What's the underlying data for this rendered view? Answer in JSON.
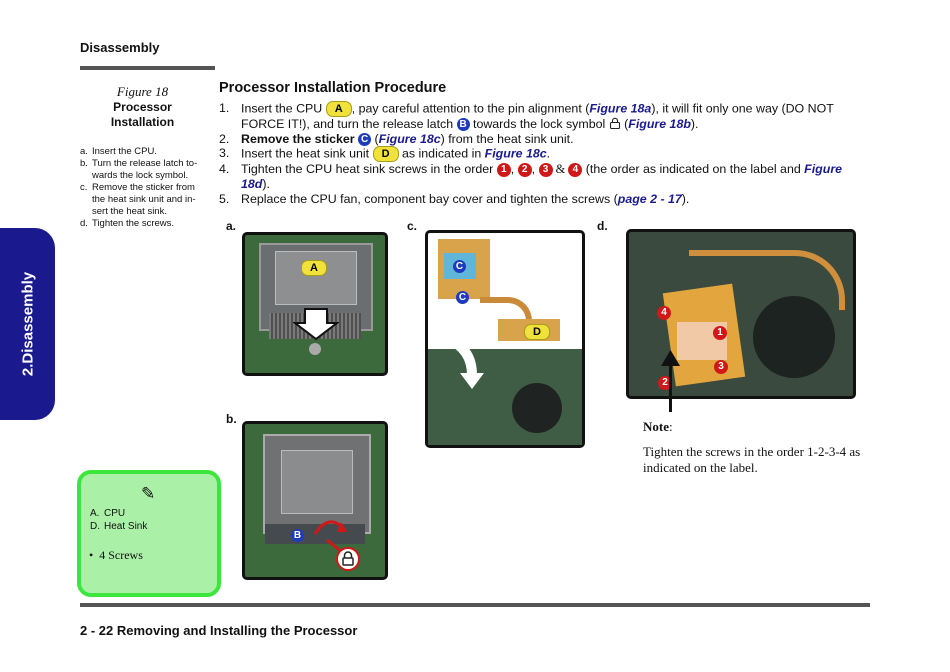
{
  "header": {
    "section": "Disassembly"
  },
  "side_tab": {
    "label": "2.Disassembly"
  },
  "figure": {
    "number": "Figure 18",
    "title_line1": "Processor",
    "title_line2": "Installation",
    "steps": [
      {
        "letter": "a.",
        "text": "Insert the CPU."
      },
      {
        "letter": "b.",
        "text": "Turn the release latch to-wards the lock symbol."
      },
      {
        "letter": "c.",
        "text": "Remove the sticker from the heat sink unit and in-sert the heat sink."
      },
      {
        "letter": "d.",
        "text": "Tighten the screws."
      }
    ]
  },
  "procedure": {
    "title": "Processor Installation Procedure",
    "step1": {
      "num": "1.",
      "a": "Insert the CPU ",
      "badge": "A",
      "b": ", pay careful attention to the pin alignment (",
      "ref1": "Figure 18a",
      "c": "), it will fit only one way (DO NOT FORCE IT!), and turn the release latch ",
      "badge2": "B",
      "d": " towards the lock symbol ",
      "e": " (",
      "ref2": "Figure 18b",
      "f": ")."
    },
    "step2": {
      "num": "2.",
      "a": "Remove the sticker ",
      "badge": "C",
      "b": " (",
      "ref": "Figure 18c",
      "c": ") from the heat sink unit."
    },
    "step3": {
      "num": "3.",
      "a": "Insert the heat sink unit ",
      "badge": "D",
      "b": " as indicated in ",
      "ref": "Figure 18c",
      "c": "."
    },
    "step4": {
      "num": "4.",
      "a": "Tighten the CPU heat sink screws in the order ",
      "b1": "1",
      "s1": ", ",
      "b2": "2",
      "s2": ", ",
      "b3": "3",
      "amp": " & ",
      "b4": "4",
      "c": "  (the order as indicated on the label and ",
      "ref": "Figure 18d",
      "d": ")."
    },
    "step5": {
      "num": "5.",
      "a": "Replace the CPU fan, component bay cover and tighten the screws (",
      "ref": "page 2 - 17",
      "b": ")."
    }
  },
  "photos": {
    "a": {
      "label": "a.",
      "badge": "A"
    },
    "b": {
      "label": "b.",
      "badge": "B"
    },
    "c": {
      "label": "c.",
      "badge1": "C",
      "badge2": "C",
      "badge3": "D"
    },
    "d": {
      "label": "d.",
      "b1": "1",
      "b2": "2",
      "b3": "3",
      "b4": "4"
    }
  },
  "note": {
    "label": "Note",
    "colon": ":",
    "text": "Tighten the screws in the order 1-2-3-4 as indicated on the label."
  },
  "legend": {
    "items": [
      {
        "letter": "A.",
        "text": "CPU"
      },
      {
        "letter": "D.",
        "text": "Heat Sink"
      }
    ],
    "bullet": "•",
    "screws": "4 Screws"
  },
  "footer": {
    "text": "2 - 22 Removing and Installing the Processor"
  },
  "colors": {
    "tab_blue": "#1a1a8e",
    "ref_blue": "#1a1a8e",
    "badge_yellow": "#f1e23b",
    "badge_red": "#d01818",
    "legend_green": "#3ce63c"
  }
}
